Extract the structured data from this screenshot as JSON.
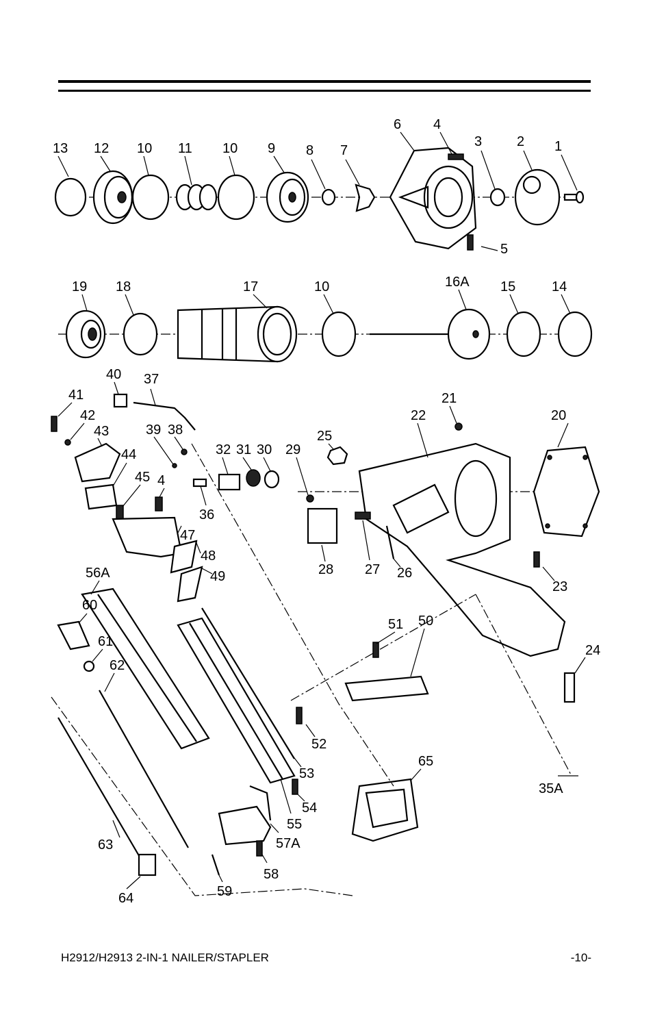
{
  "footer": {
    "title": "H2912/H2913 2-IN-1 NAILER/STAPLER",
    "page": "-10-"
  },
  "part_labels": {
    "p1": "1",
    "p2": "2",
    "p3": "3",
    "p4": "4",
    "p5": "5",
    "p6": "6",
    "p7": "7",
    "p8": "8",
    "p9": "9",
    "p10a": "10",
    "p10b": "10",
    "p10c": "10",
    "p11": "11",
    "p12": "12",
    "p13": "13",
    "p14": "14",
    "p15": "15",
    "p16a": "16A",
    "p17": "17",
    "p18": "18",
    "p19": "19",
    "p20": "20",
    "p21": "21",
    "p22": "22",
    "p23": "23",
    "p24": "24",
    "p25": "25",
    "p26": "26",
    "p27": "27",
    "p28": "28",
    "p29": "29",
    "p30": "30",
    "p31": "31",
    "p32": "32",
    "p35a": "35A",
    "p36": "36",
    "p37": "37",
    "p38": "38",
    "p39": "39",
    "p40": "40",
    "p41": "41",
    "p42": "42",
    "p43": "43",
    "p44": "44",
    "p45": "45",
    "p4b": "4",
    "p47": "47",
    "p48": "48",
    "p49": "49",
    "p50": "50",
    "p51": "51",
    "p52": "52",
    "p53": "53",
    "p54": "54",
    "p55": "55",
    "p56a": "56A",
    "p57a": "57A",
    "p58": "58",
    "p59": "59",
    "p60": "60",
    "p61": "61",
    "p62": "62",
    "p63": "63",
    "p64": "64",
    "p65": "65"
  }
}
